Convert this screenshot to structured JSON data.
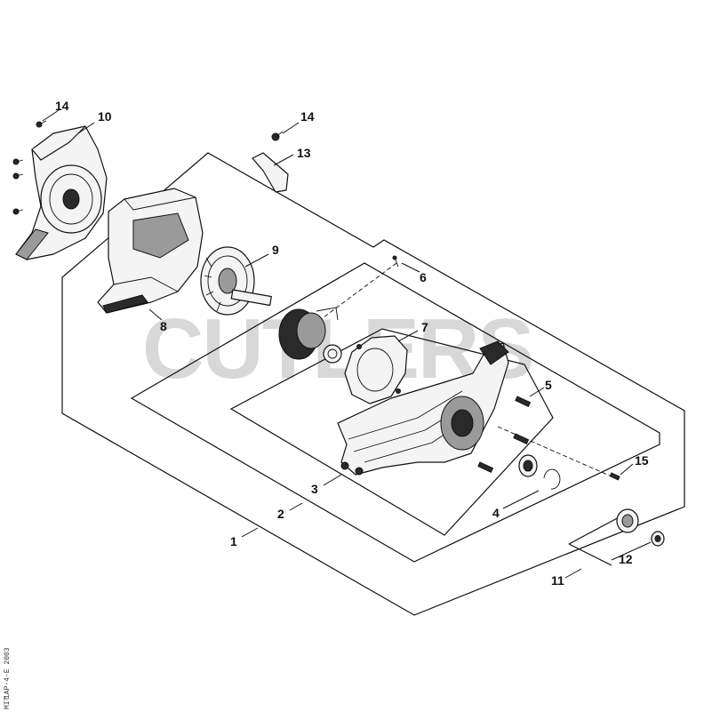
{
  "watermark": "CUTLERS",
  "side_code": "1AP-4-E  2003",
  "side_code_small": "MIT",
  "callouts": {
    "c1": "1",
    "c2": "2",
    "c3": "3",
    "c4": "4",
    "c5": "5",
    "c6": "6",
    "c7": "7",
    "c8": "8",
    "c9": "9",
    "c10": "10",
    "c11": "11",
    "c12": "12",
    "c13": "13",
    "c14a": "14",
    "c14b": "14",
    "c15": "15"
  }
}
